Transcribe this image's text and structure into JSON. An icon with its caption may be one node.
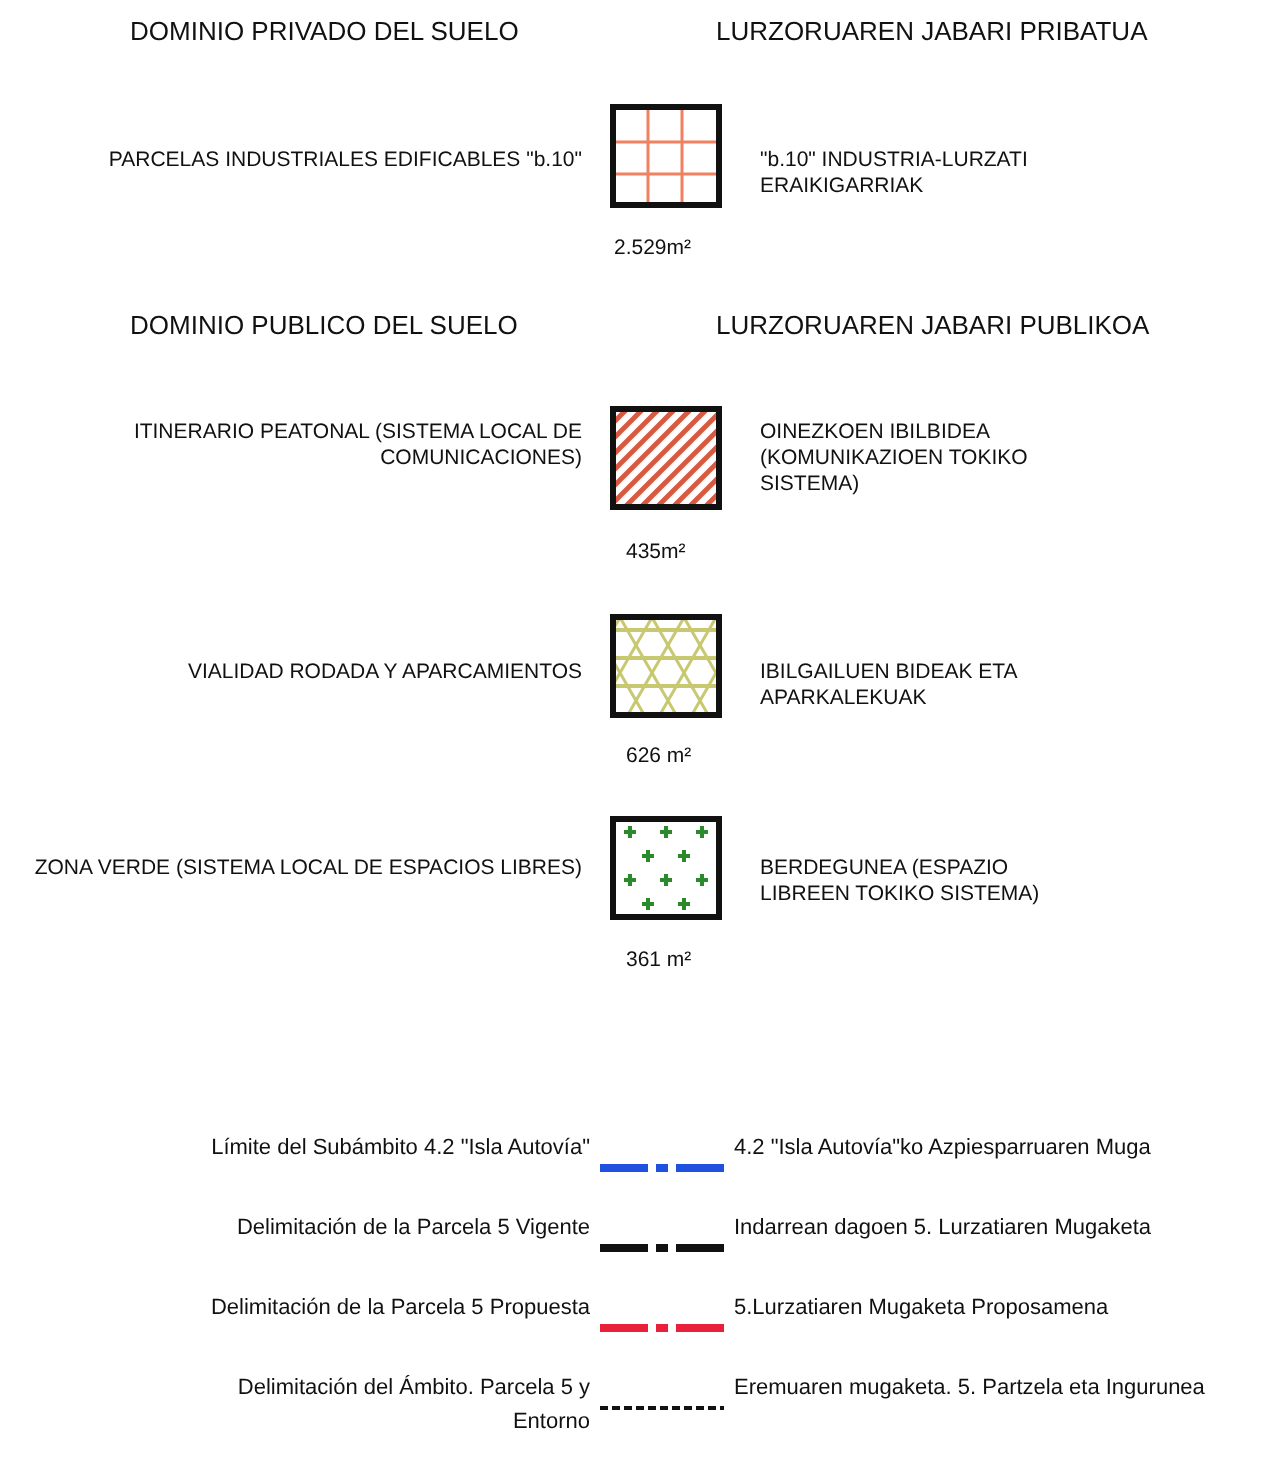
{
  "diagram": {
    "labels": [
      "DOMINIO PRIVADO DEL SUELO",
      "LURZORUAREN JABARI PRIBATUA",
      "2.529m²",
      "DOMINIO PUBLICO DEL SUELO",
      "LURZORUAREN JABARI PUBLIKOA",
      "435m²",
      "626 m²",
      "361 m²"
    ],
    "legend": [
      {
        "text": "PARCELAS INDUSTRIALES EDIFICABLES \"b.10\""
      },
      {
        "text": "\"b.10\" INDUSTRIA-LURZATI ERAIKIGARRIAK"
      },
      {
        "text": "ITINERARIO PEATONAL (SISTEMA LOCAL DE COMUNICACIONES)"
      },
      {
        "text": "OINEZKOEN IBILBIDEA (KOMUNIKAZIOEN TOKIKO SISTEMA)"
      },
      {
        "text": "VIALIDAD RODADA Y APARCAMIENTOS"
      },
      {
        "text": "IBILGAILUEN BIDEAK ETA APARKALEKUAK"
      },
      {
        "text": "ZONA VERDE (SISTEMA LOCAL DE ESPACIOS LIBRES)"
      },
      {
        "text": "BERDEGUNEA (ESPAZIO LIBREEN TOKIKO SISTEMA)"
      },
      {
        "text": "Límite del Subámbito 4.2 \"Isla Autovía\""
      },
      {
        "text": "4.2 \"Isla Autovía\"ko Azpiesparruaren Muga"
      },
      {
        "text": "Delimitación de la Parcela 5 Vigente"
      },
      {
        "text": "Indarrean dagoen 5. Lurzatiaren Mugaketa"
      },
      {
        "text": "Delimitación de la Parcela 5 Propuesta"
      },
      {
        "text": "5.Lurzatiaren Mugaketa Proposamena"
      },
      {
        "text": "Delimitación del Ámbito. Parcela 5 y Entorno"
      },
      {
        "text": "Eremuaren mugaketa. 5. Partzela eta Ingurunea"
      }
    ]
  }
}
